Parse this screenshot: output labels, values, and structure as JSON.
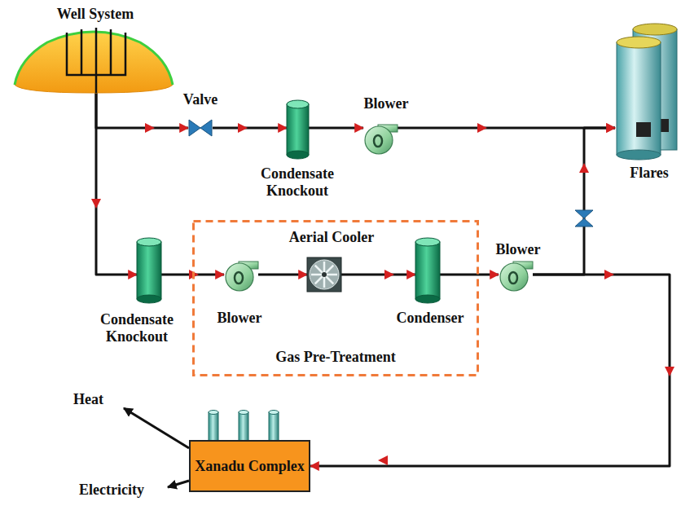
{
  "diagram": {
    "nodes": [
      {
        "text": [
          "Well System"
        ]
      },
      {
        "text": [
          "Valve"
        ]
      },
      {
        "text": [
          "Condensate Knockout"
        ]
      },
      {
        "text": [
          "Blower"
        ]
      },
      {
        "text": [
          "Flares"
        ]
      },
      {
        "text": [
          "Condensate Knockout"
        ]
      },
      {
        "text": [
          "Gas Pre-Treatment"
        ]
      },
      {
        "text": [
          "Blower"
        ],
        "in": 6
      },
      {
        "text": [
          "Aerial Cooler"
        ],
        "in": 6
      },
      {
        "text": [
          "Condenser"
        ],
        "in": 6
      },
      {
        "text": [
          "Blower"
        ]
      },
      {
        "text": [
          "Xanadu Complex"
        ]
      }
    ],
    "edges": [
      {
        "from": 0,
        "to": 1,
        "arrow": "to"
      },
      {
        "from": 1,
        "to": 2,
        "arrow": "to"
      },
      {
        "from": 2,
        "to": 3,
        "arrow": "to"
      },
      {
        "from": 3,
        "to": 4,
        "arrow": "to"
      },
      {
        "from": 0,
        "to": 5,
        "arrow": "to"
      },
      {
        "from": 5,
        "to": 7,
        "arrow": "to"
      },
      {
        "from": 7,
        "to": 8,
        "arrow": "to"
      },
      {
        "from": 8,
        "to": 9,
        "arrow": "to"
      },
      {
        "from": 9,
        "to": 10,
        "arrow": "to"
      },
      {
        "from": 10,
        "to": 4,
        "arrow": "to"
      },
      {
        "from": 10,
        "to": 11,
        "arrow": "to"
      }
    ],
    "labels": [
      "Heat",
      "Electricity"
    ]
  }
}
